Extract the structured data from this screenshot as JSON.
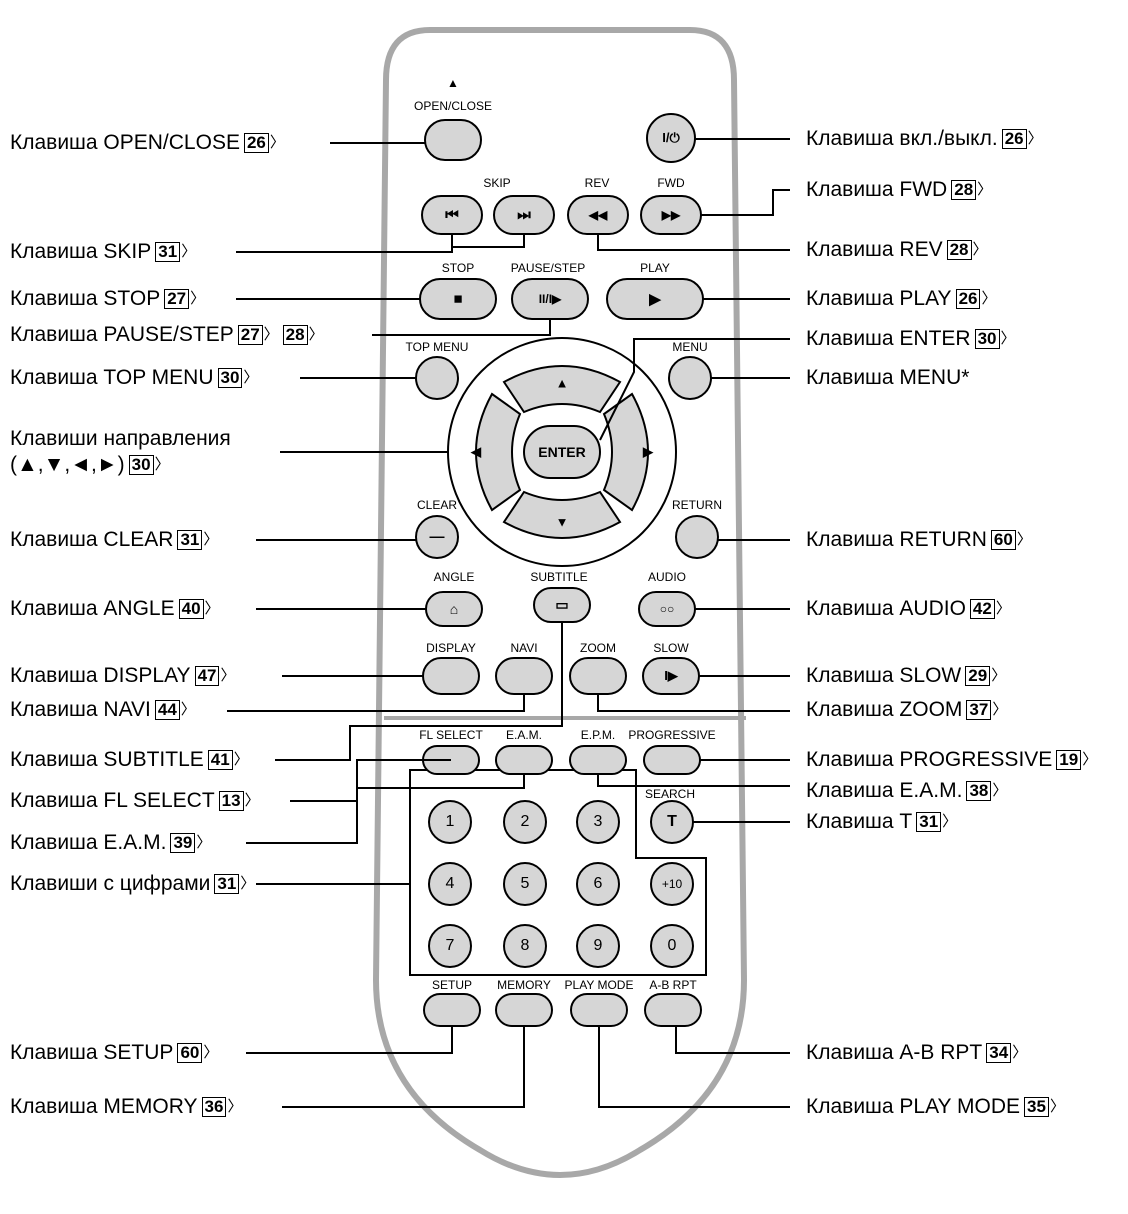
{
  "remote": {
    "eject_glyph": "▲",
    "labels": {
      "open_close": "OPEN/CLOSE",
      "skip": "SKIP",
      "rev": "REV",
      "fwd": "FWD",
      "stop": "STOP",
      "pause_step": "PAUSE/STEP",
      "play": "PLAY",
      "top_menu": "TOP MENU",
      "menu": "MENU",
      "clear": "CLEAR",
      "return": "RETURN",
      "angle": "ANGLE",
      "subtitle": "SUBTITLE",
      "audio": "AUDIO",
      "display": "DISPLAY",
      "navi": "NAVI",
      "zoom": "ZOOM",
      "slow": "SLOW",
      "fl_select": "FL SELECT",
      "eam": "E.A.M.",
      "epm": "E.P.M.",
      "progressive": "PROGRESSIVE",
      "search": "SEARCH",
      "setup": "SETUP",
      "memory": "MEMORY",
      "play_mode": "PLAY MODE",
      "ab_rpt": "A-B RPT"
    },
    "symbols": {
      "power": "I/⏻",
      "skip_back": "⏮",
      "skip_fwd": "⏭",
      "rev": "◀◀",
      "fwd": "▶▶",
      "stop": "■",
      "pause_step": "II/I▶",
      "play": "▶",
      "up": "▲",
      "down": "▼",
      "left": "◀",
      "right": "▶",
      "enter": "ENTER",
      "clear": "—",
      "slow": "I▶",
      "t": "T"
    },
    "number_keys": [
      "1",
      "2",
      "3",
      "4",
      "5",
      "6",
      "+10",
      "7",
      "8",
      "9",
      "0"
    ]
  },
  "callouts_left": [
    {
      "prefix": "Клавиша OPEN/CLOSE",
      "pages": [
        "26"
      ]
    },
    {
      "prefix": "Клавиша SKIP",
      "pages": [
        "31"
      ]
    },
    {
      "prefix": "Клавиша STOP",
      "pages": [
        "27"
      ]
    },
    {
      "prefix": "Клавиша PAUSE/STEP",
      "pages": [
        "27",
        "28"
      ]
    },
    {
      "prefix": "Клавиша TOP MENU",
      "pages": [
        "30"
      ]
    },
    {
      "prefix": "Клавиши направления",
      "line2": "(▲,▼,◄,►)",
      "pages": [
        "30"
      ]
    },
    {
      "prefix": "Клавиша CLEAR",
      "pages": [
        "31"
      ]
    },
    {
      "prefix": "Клавиша ANGLE",
      "pages": [
        "40"
      ]
    },
    {
      "prefix": "Клавиша DISPLAY",
      "pages": [
        "47"
      ]
    },
    {
      "prefix": "Клавиша NAVI",
      "pages": [
        "44"
      ]
    },
    {
      "prefix": "Клавиша SUBTITLE",
      "pages": [
        "41"
      ]
    },
    {
      "prefix": "Клавиша FL SELECT",
      "pages": [
        "13"
      ]
    },
    {
      "prefix": "Клавиша E.A.M.",
      "pages": [
        "39"
      ]
    },
    {
      "prefix": "Клавиши с цифрами",
      "pages": [
        "31"
      ]
    },
    {
      "prefix": "Клавиша SETUP",
      "pages": [
        "60"
      ]
    },
    {
      "prefix": "Клавиша MEMORY",
      "pages": [
        "36"
      ]
    }
  ],
  "callouts_right": [
    {
      "prefix": "Клавиша вкл./выкл.",
      "pages": [
        "26"
      ]
    },
    {
      "prefix": "Клавиша FWD",
      "pages": [
        "28"
      ]
    },
    {
      "prefix": "Клавиша REV",
      "pages": [
        "28"
      ]
    },
    {
      "prefix": "Клавиша PLAY",
      "pages": [
        "26"
      ]
    },
    {
      "prefix": "Клавиша ENTER",
      "pages": [
        "30"
      ]
    },
    {
      "prefix": "Клавиша MENU*",
      "pages": []
    },
    {
      "prefix": "Клавиша RETURN",
      "pages": [
        "60"
      ]
    },
    {
      "prefix": "Клавиша AUDIO",
      "pages": [
        "42"
      ]
    },
    {
      "prefix": "Клавиша SLOW",
      "pages": [
        "29"
      ]
    },
    {
      "prefix": "Клавиша ZOOM",
      "pages": [
        "37"
      ]
    },
    {
      "prefix": "Клавиша PROGRESSIVE",
      "pages": [
        "19"
      ]
    },
    {
      "prefix": "Клавиша E.A.M.",
      "pages": [
        "38"
      ]
    },
    {
      "prefix": "Клавиша T",
      "pages": [
        "31"
      ]
    },
    {
      "prefix": "Клавиша A-B RPT",
      "pages": [
        "34"
      ]
    },
    {
      "prefix": "Клавиша PLAY MODE",
      "pages": [
        "35"
      ]
    }
  ]
}
